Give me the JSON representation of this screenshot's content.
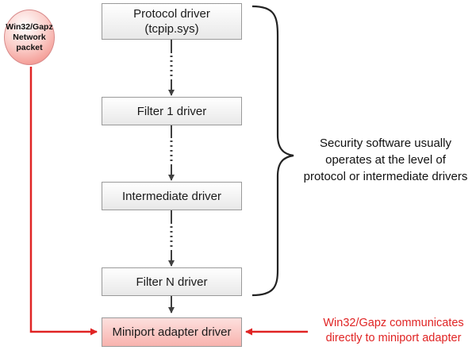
{
  "diagram": {
    "packet": {
      "line1": "Win32/Gapz",
      "line2": "Network",
      "line3": "packet"
    },
    "boxes": {
      "protocol": {
        "line1": "Protocol driver",
        "line2": "(tcpip.sys)"
      },
      "filter1": "Filter 1 driver",
      "intermediate": "Intermediate driver",
      "filterN": "Filter N driver",
      "miniport": "Miniport adapter driver"
    },
    "security_note": {
      "line1": "Security software usually",
      "line2": "operates at the level of",
      "line3": "protocol or intermediate drivers"
    },
    "gapz_note": {
      "line1": "Win32/Gapz communicates",
      "line2": "directly to miniport adapter"
    },
    "colors": {
      "accent_red": "#e02424",
      "arrow_gray": "#404040"
    }
  }
}
